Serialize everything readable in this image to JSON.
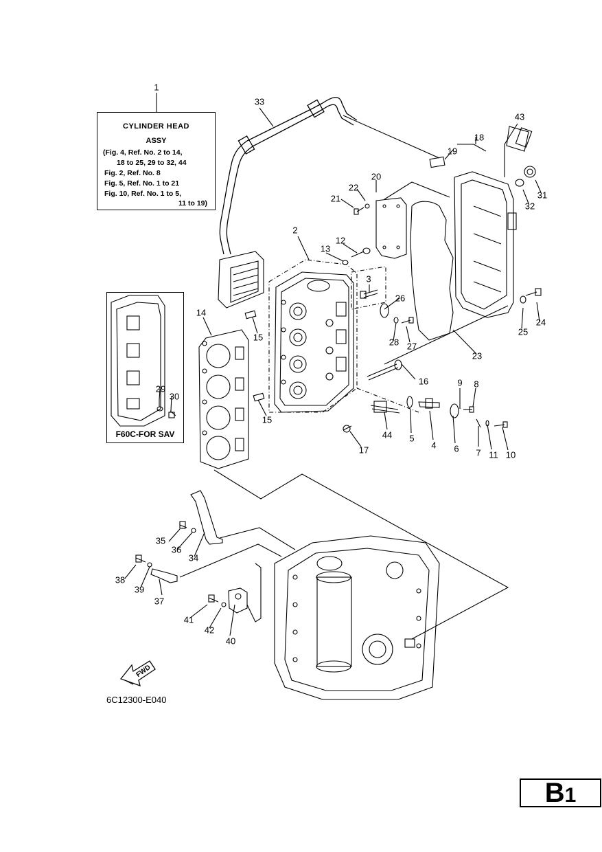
{
  "assy_box": {
    "title": "CYLINDER HEAD",
    "subtitle": "ASSY",
    "lines": [
      "(Fig. 4, Ref. No. 2 to 14,",
      "18 to 25, 29 to 32, 44",
      "Fig. 2, Ref. No. 8",
      "Fig. 5, Ref. No. 1 to 21",
      "Fig. 10, Ref. No. 1 to 5,",
      "11 to 19)"
    ]
  },
  "inset_label": "F60C-FOR SAV",
  "fwd_label": "FWD",
  "reference_code": "6C12300-E040",
  "page_id": {
    "letter": "B",
    "number": "1"
  },
  "callouts": [
    "1",
    "2",
    "3",
    "4",
    "5",
    "6",
    "7",
    "8",
    "9",
    "10",
    "11",
    "12",
    "13",
    "14",
    "15",
    "15",
    "16",
    "17",
    "18",
    "19",
    "20",
    "21",
    "22",
    "23",
    "24",
    "25",
    "26",
    "27",
    "28",
    "29",
    "30",
    "31",
    "32",
    "33",
    "34",
    "35",
    "36",
    "37",
    "38",
    "39",
    "40",
    "41",
    "42",
    "43",
    "44"
  ]
}
